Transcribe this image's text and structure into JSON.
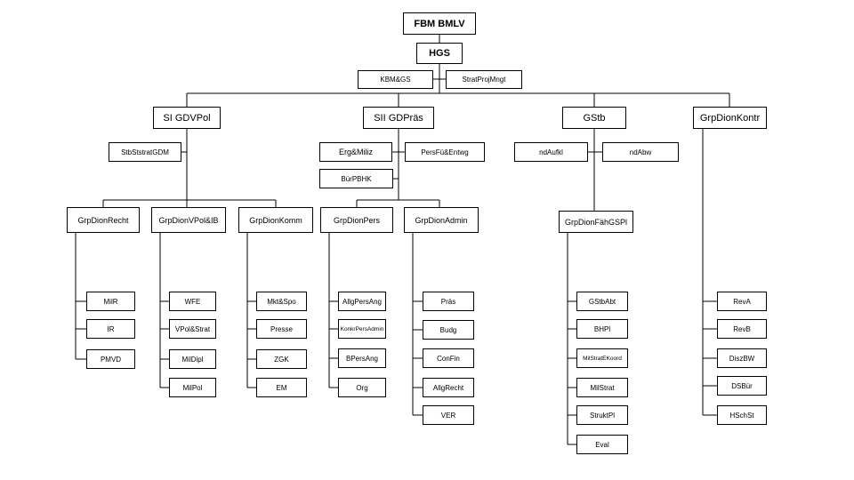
{
  "diagram": {
    "top": "FBM BMLV",
    "hgs": "HGS",
    "hgs_staff": [
      "KBM&GS",
      "StratProjMngt"
    ],
    "divisions": [
      {
        "name": "SI GDVPol",
        "staff": [
          "StbStstratGDM"
        ],
        "groups": [
          {
            "name": "GrpDionRecht",
            "units": [
              "MilR",
              "IR",
              "PMVD"
            ]
          },
          {
            "name": "GrpDionVPol&IB",
            "units": [
              "WFE",
              "VPol&Strat",
              "MilDipl",
              "MilPol"
            ]
          },
          {
            "name": "GrpDionKomm",
            "units": [
              "Mkt&Spo",
              "Presse",
              "ZGK",
              "EM"
            ]
          }
        ]
      },
      {
        "name": "SII GDPräs",
        "staff": [
          "Erg&Miliz",
          "PersFü&Entwg",
          "BürPBHK"
        ],
        "groups": [
          {
            "name": "GrpDionPers",
            "units": [
              "AllgPersAng",
              "KonkrPersAdmin",
              "BPersAng",
              "Org"
            ]
          },
          {
            "name": "GrpDionAdmin",
            "units": [
              "Präs",
              "Budg",
              "ConFin",
              "AllgRecht",
              "VER"
            ]
          }
        ]
      },
      {
        "name": "GStb",
        "staff": [
          "ndAufkl",
          "ndAbw"
        ],
        "groups": [
          {
            "name": "GrpDionFähGSPl",
            "units": [
              "GStbAbt",
              "BHPl",
              "MilStratEKoord",
              "MilStrat",
              "StruktPl",
              "Eval"
            ]
          }
        ]
      },
      {
        "name": "GrpDionKontr",
        "staff": [],
        "groups": [
          {
            "name": "",
            "units": [
              "RevA",
              "RevB",
              "DiszBW",
              "DSBür",
              "HSchSt"
            ]
          }
        ]
      }
    ]
  }
}
